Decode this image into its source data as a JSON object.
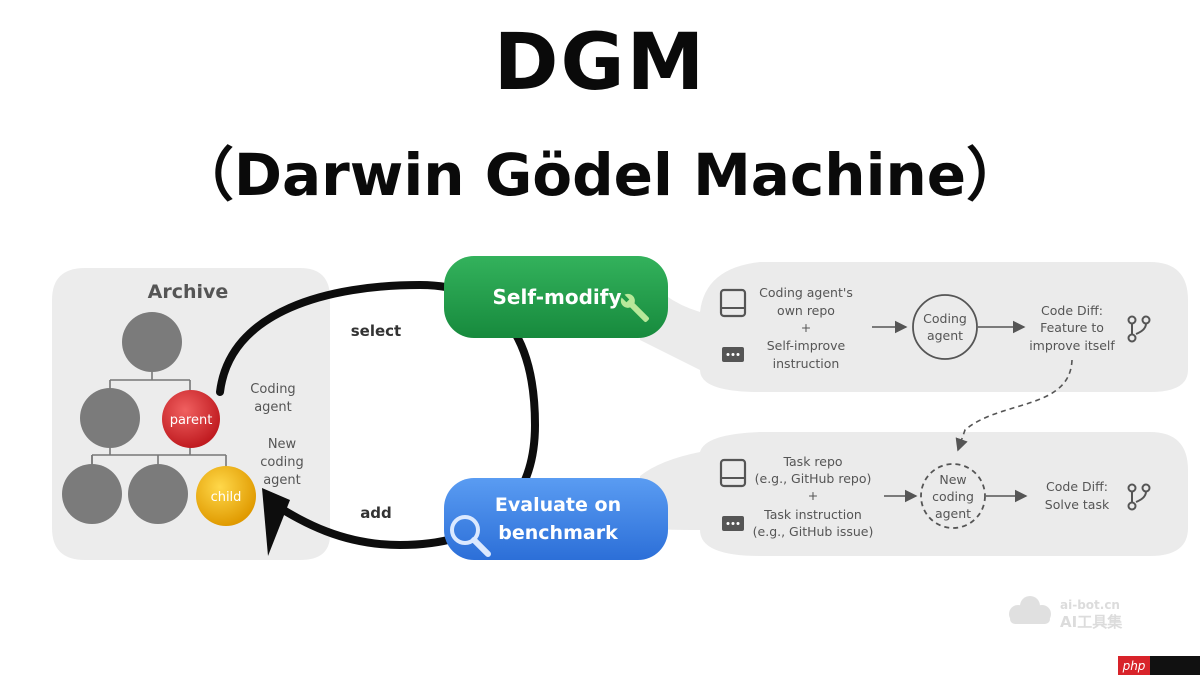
{
  "title": "DGM",
  "subtitle": "（Darwin Gödel Machine）",
  "archive": {
    "label": "Archive",
    "parent_label": "parent",
    "child_label": "child",
    "coding_agent_line1": "Coding",
    "coding_agent_line2": "agent",
    "new_coding_agent_line1": "New",
    "new_coding_agent_line2": "coding",
    "new_coding_agent_line3": "agent"
  },
  "loop": {
    "select_label": "select",
    "add_label": "add"
  },
  "self_modify": {
    "button_label": "Self-modify",
    "input_line1": "Coding agent's",
    "input_line2": "own repo",
    "plus": "+",
    "input_line3": "Self-improve",
    "input_line4": "instruction",
    "agent_line1": "Coding",
    "agent_line2": "agent",
    "output_line1": "Code Diff:",
    "output_line2": "Feature to",
    "output_line3": "improve itself"
  },
  "evaluate": {
    "button_line1": "Evaluate on",
    "button_line2": "benchmark",
    "input_line1": "Task repo",
    "input_line2": "(e.g., GitHub repo)",
    "plus": "+",
    "input_line3": "Task instruction",
    "input_line4": "(e.g., GitHub issue)",
    "agent_line1": "New",
    "agent_line2": "coding",
    "agent_line3": "agent",
    "output_line1": "Code Diff:",
    "output_line2": "Solve task"
  },
  "watermark": {
    "line1": "ai-bot.cn",
    "line2": "AI工具集",
    "badge": "php"
  },
  "colors": {
    "green": "#1f9a47",
    "blue": "#3b82e6",
    "red": "#d7262b",
    "yellow": "#f2b705",
    "node_gray": "#7b7b7b",
    "panel_gray": "#ebebeb"
  }
}
